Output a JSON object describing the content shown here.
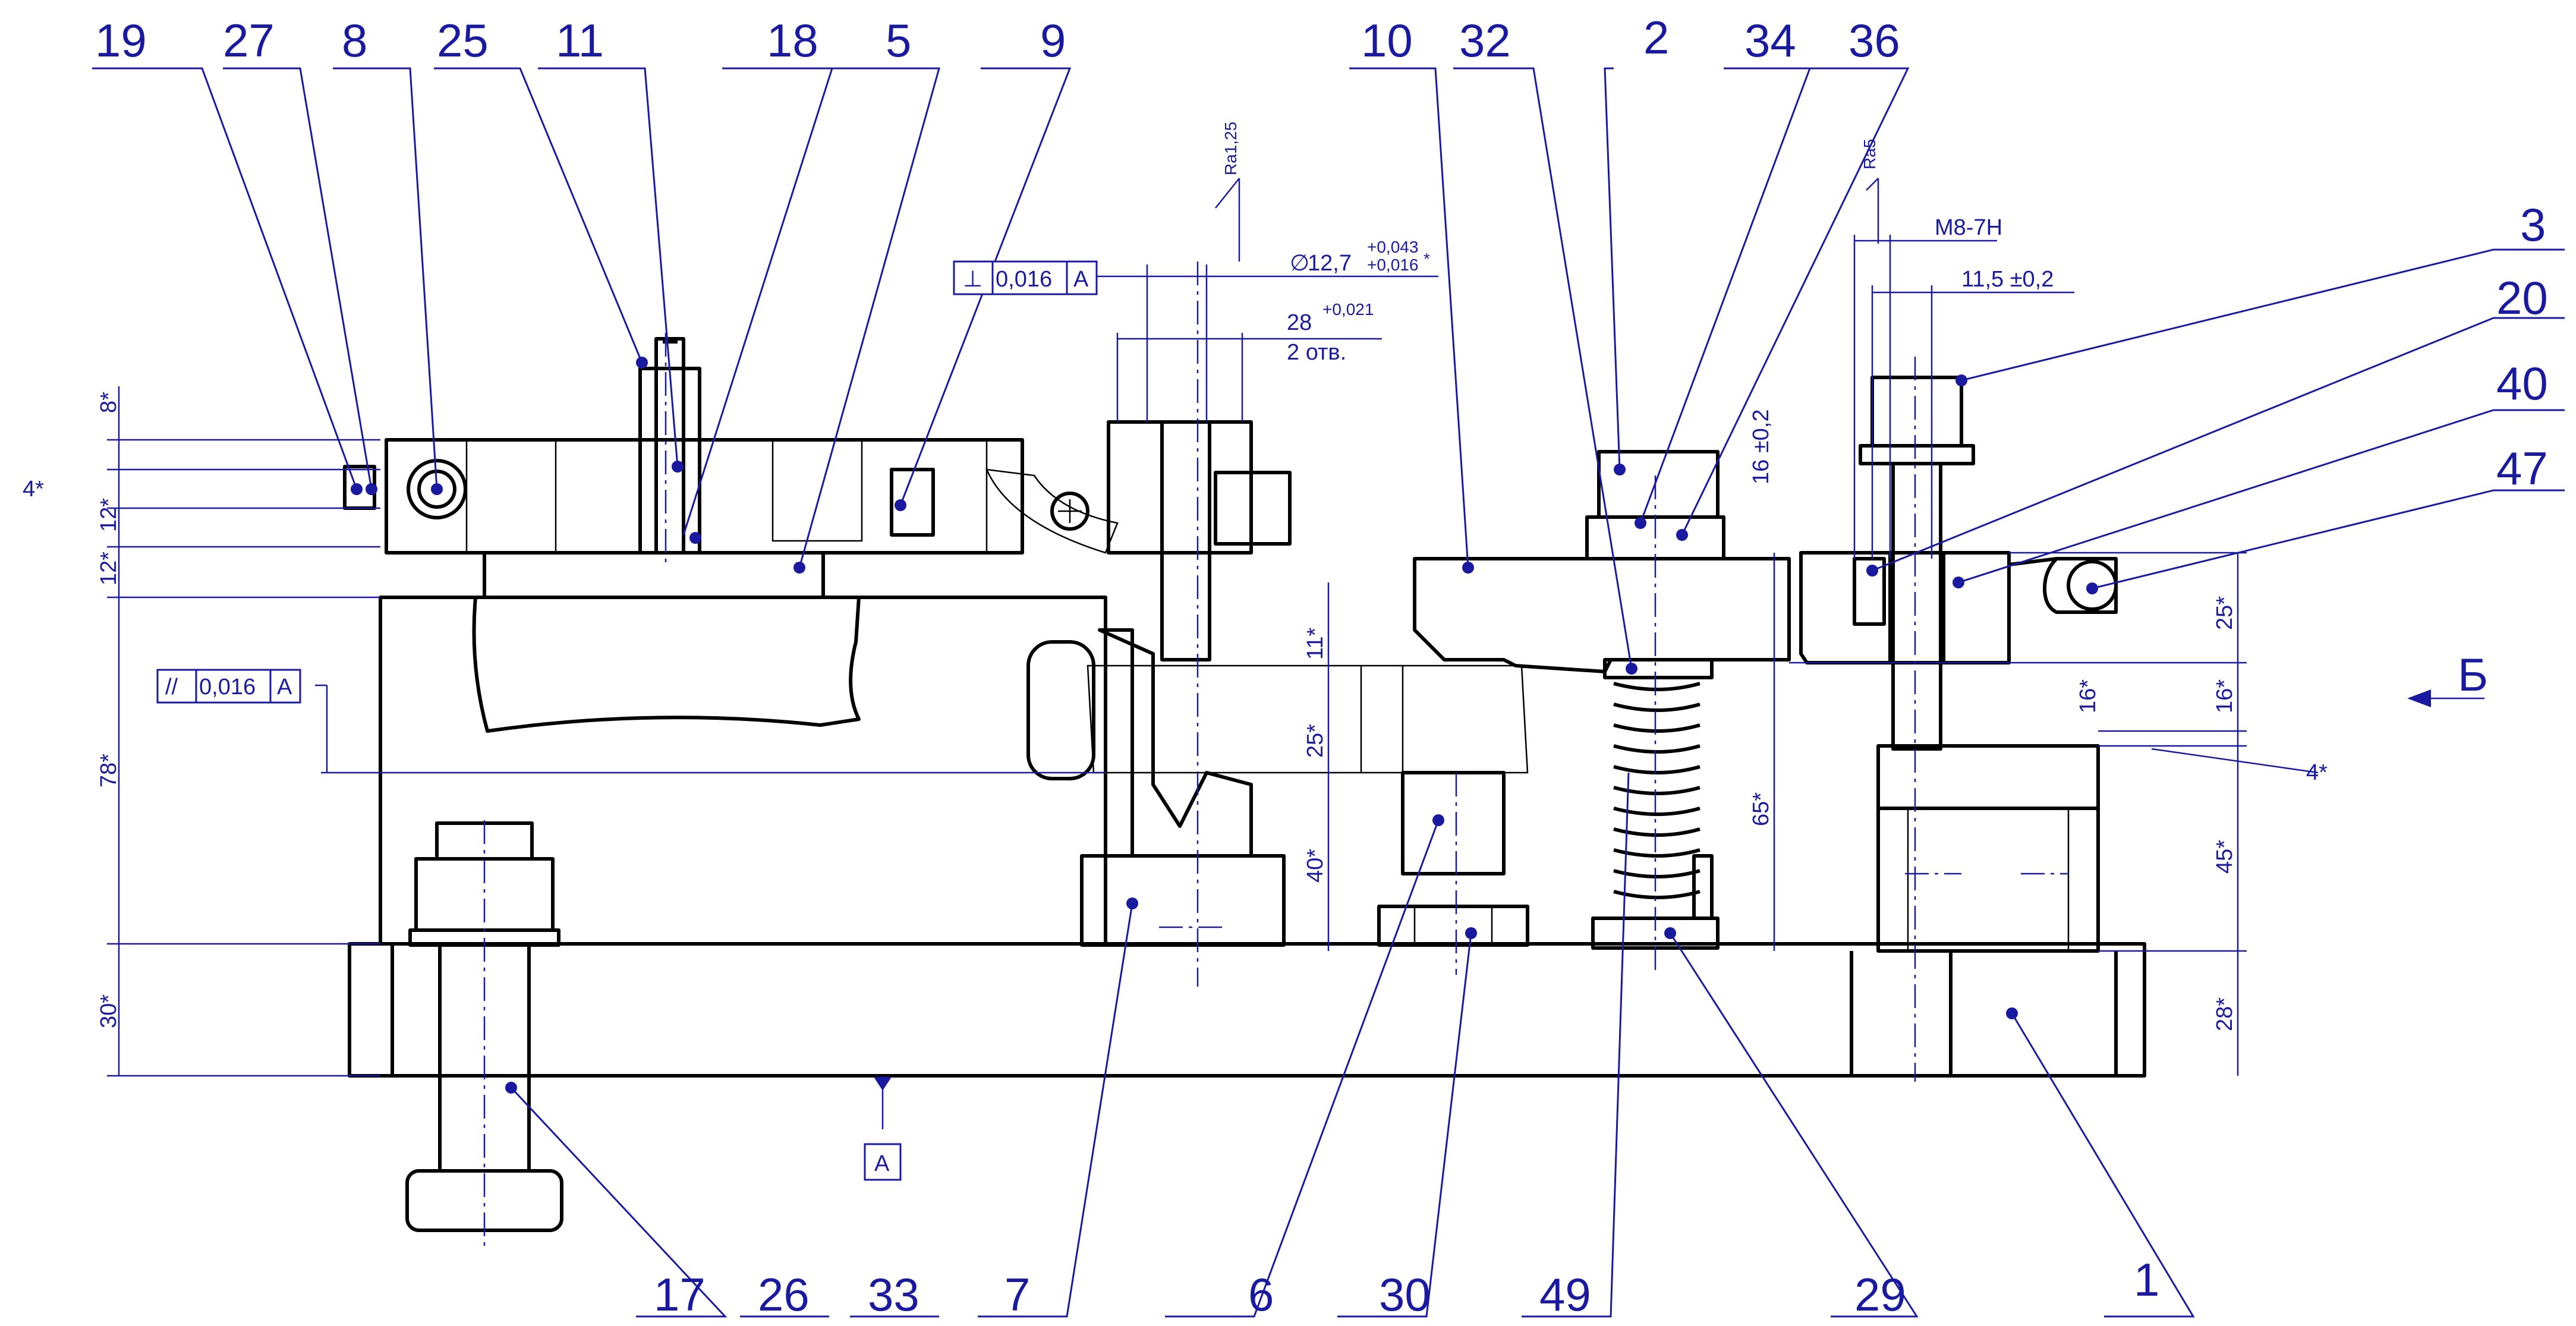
{
  "position_numbers": {
    "p19": "19",
    "p27": "27",
    "p8": "8",
    "p25": "25",
    "p11": "11",
    "p18": "18",
    "p5": "5",
    "p9": "9",
    "p10": "10",
    "p32": "32",
    "p2": "2",
    "p34": "34",
    "p36": "36",
    "p3": "3",
    "p20": "20",
    "p40": "40",
    "p47": "47",
    "p17": "17",
    "p26": "26",
    "p33": "33",
    "p7": "7",
    "p6": "6",
    "p30": "30",
    "p49": "49",
    "p29": "29",
    "p1": "1"
  },
  "dimensions": {
    "d8": "8*",
    "d4": "4*",
    "d12a": "12*",
    "d12b": "12*",
    "d78": "78*",
    "d30": "30*",
    "d11": "11*",
    "d25b": "25*",
    "d40": "40*",
    "d65": "65*",
    "d16": "16 ±0,2",
    "d25r": "25*",
    "d16a": "16*",
    "d16b": "16*",
    "d4r": "4*",
    "d45": "45*",
    "d28": "28*"
  },
  "callouts": {
    "hole_dia_symbol": "∅",
    "hole_dia": "12,7",
    "hole_tol_upper": "+0,043",
    "hole_tol_lower": "+0,016",
    "hole_tol_star": "*",
    "bore": "28",
    "bore_tol": "+0,021",
    "bore_count": "2 отв.",
    "thread": "M8-7H",
    "thread_depth": "11,5 ±0,2",
    "rough1": "Ra1,25",
    "rough2": "Ra5",
    "perp_symbol": "⊥",
    "perp_value": "0,016",
    "perp_datum": "A",
    "par_symbol": "//",
    "par_value": "0,016",
    "par_datum": "A",
    "datum_label": "A",
    "view_label": "Б"
  }
}
